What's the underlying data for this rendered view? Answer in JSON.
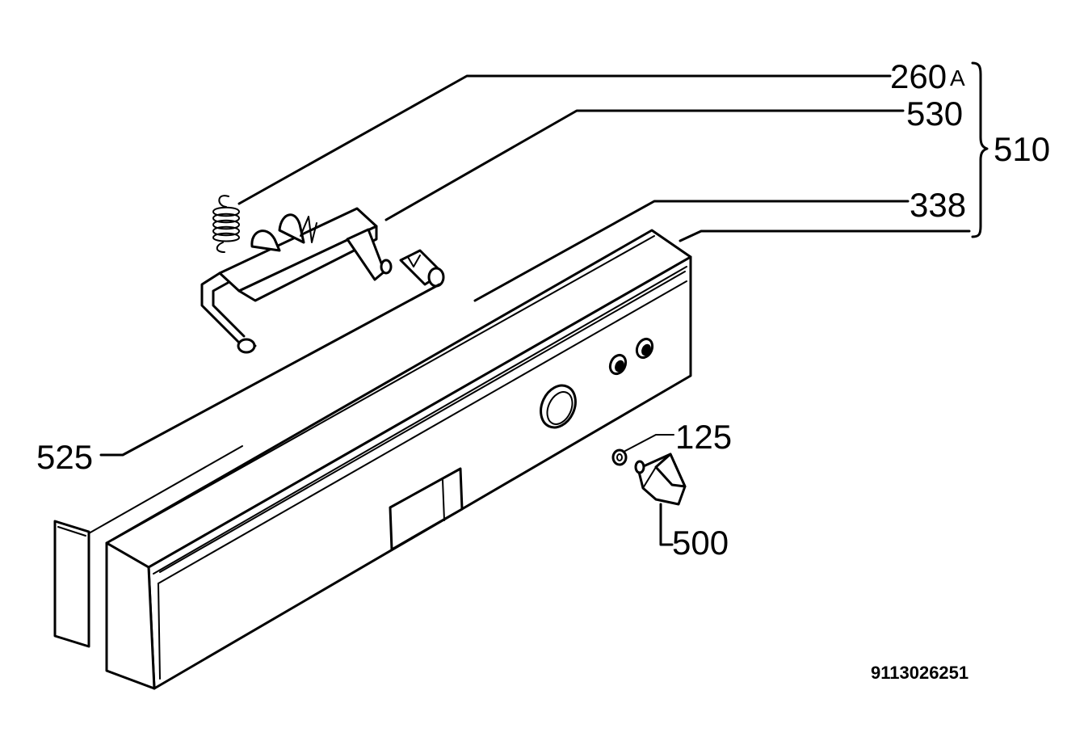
{
  "labels": {
    "part_260": "260",
    "part_260_suffix": "A",
    "part_530": "530",
    "part_510": "510",
    "part_338": "338",
    "part_525": "525",
    "part_125": "125",
    "part_500": "500"
  },
  "document_number": "9113026251"
}
